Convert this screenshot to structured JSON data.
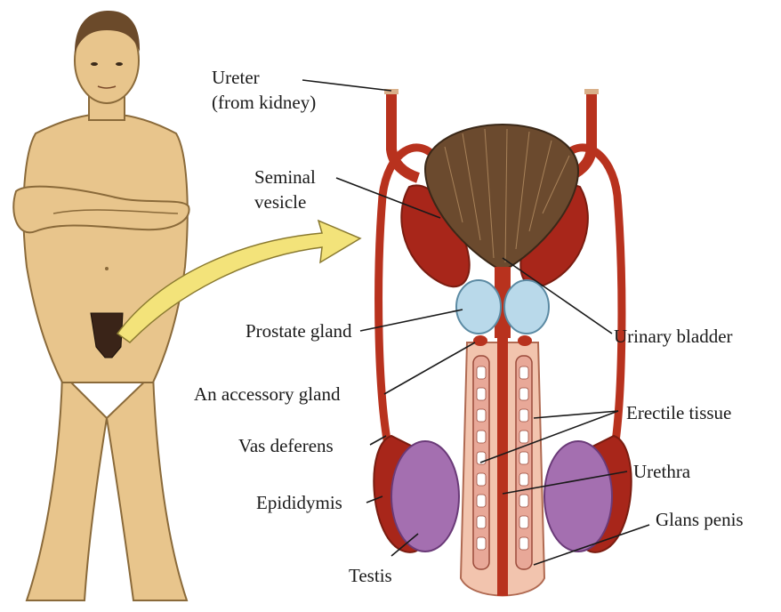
{
  "labels": {
    "ureter": "Ureter",
    "ureter_sub": "(from kidney)",
    "seminal": "Seminal",
    "seminal_sub": "vesicle",
    "prostate": "Prostate gland",
    "accessory": "An accessory gland",
    "vas": "Vas deferens",
    "epididymis": "Epididymis",
    "testis": "Testis",
    "bladder": "Urinary bladder",
    "erectile": "Erectile tissue",
    "urethra": "Urethra",
    "glans": "Glans penis"
  },
  "colors": {
    "skin": "#e8c58c",
    "skin_outline": "#8a6a3a",
    "hair": "#6b4a2a",
    "duct": "#b8321e",
    "duct_dark": "#7a1c10",
    "bladder_hair": "#6b4a2e",
    "prostate": "#b9d9ea",
    "testis": "#a46fb0",
    "penis": "#f2c4ae",
    "arrow": "#f3e37a",
    "leader": "#1a1a1a"
  }
}
